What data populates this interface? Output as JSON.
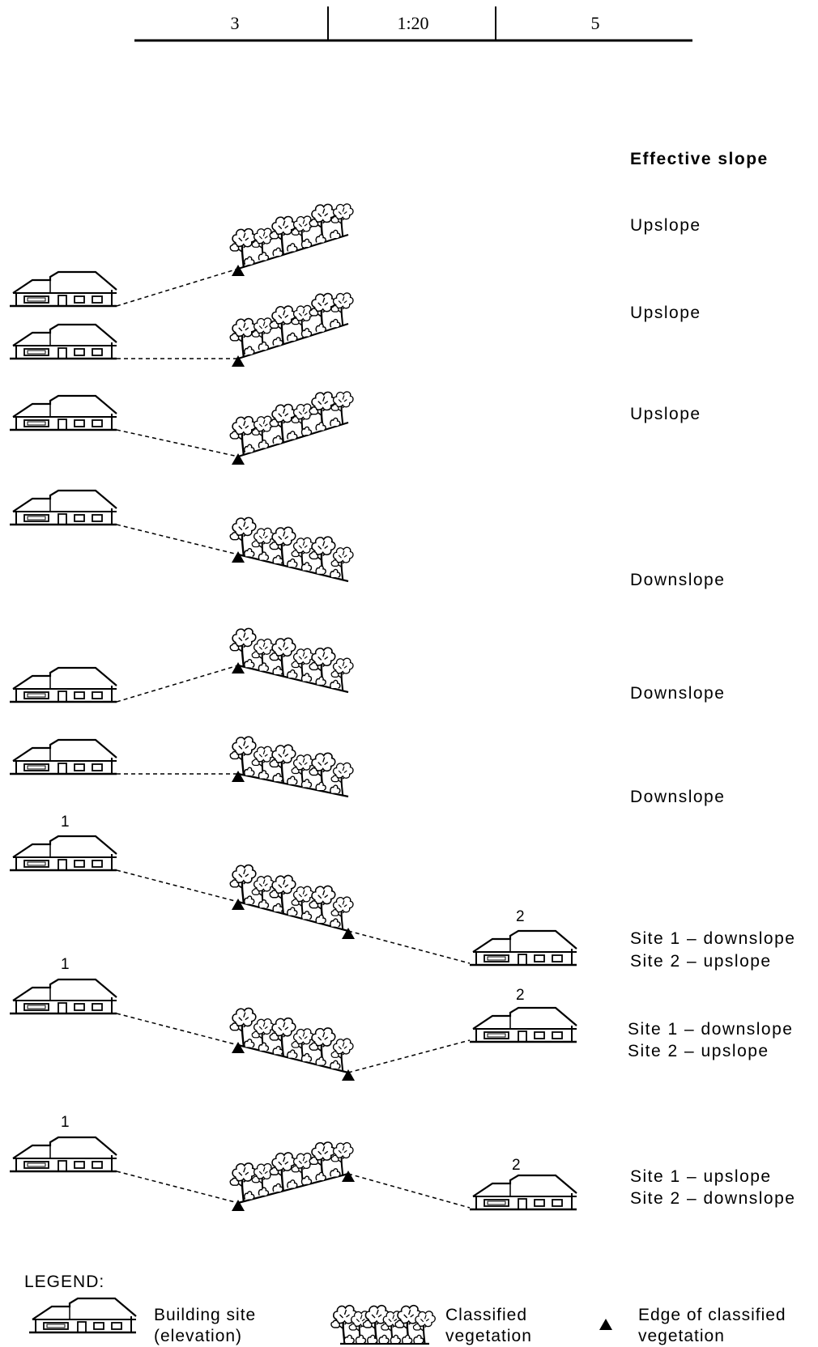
{
  "scale_bar": {
    "left": "3",
    "middle": "1:20",
    "right": "5"
  },
  "column_header": "Effective slope",
  "rows": [
    {
      "labels": [
        "Upslope"
      ]
    },
    {
      "labels": [
        "Upslope"
      ]
    },
    {
      "labels": [
        "Upslope"
      ]
    },
    {
      "labels": [
        "Downslope"
      ]
    },
    {
      "labels": [
        "Downslope"
      ]
    },
    {
      "labels": [
        "Downslope"
      ]
    },
    {
      "site1": "1",
      "site2": "2",
      "labels": [
        "Site 1 – downslope",
        "Site 2 – upslope"
      ]
    },
    {
      "site1": "1",
      "site2": "2",
      "labels": [
        "Site 1 – downslope",
        "Site 2 – upslope"
      ]
    },
    {
      "site1": "1",
      "site2": "2",
      "labels": [
        "Site 1 – upslope",
        "Site 2 – downslope"
      ]
    }
  ],
  "legend": {
    "title": "LEGEND:",
    "building": [
      "Building site",
      "(elevation)"
    ],
    "vegetation": [
      "Classified",
      "vegetation"
    ],
    "edge": [
      "Edge of classified",
      "vegetation"
    ]
  },
  "icons": [
    "house-icon",
    "vegetation-icon",
    "triangle-marker-icon"
  ]
}
